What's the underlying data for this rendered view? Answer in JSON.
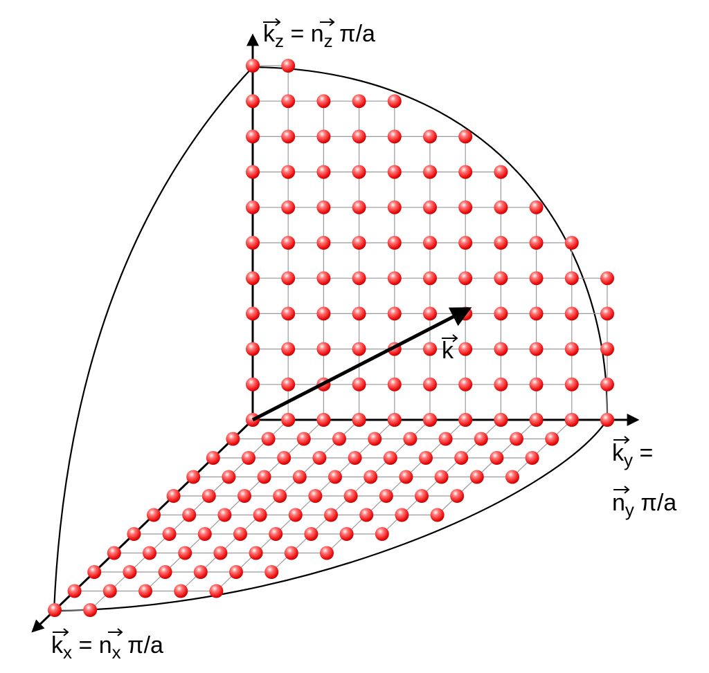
{
  "diagram": {
    "labels": {
      "kz": {
        "vec": "k",
        "sub": "z",
        "mid": " = ",
        "vec2": "n",
        "sub2": "z",
        "tail": " π/a"
      },
      "ky_line1": {
        "vec": "k",
        "sub": "y",
        "tail": " ="
      },
      "ky_line2": {
        "vec": "n",
        "sub": "y",
        "tail": " π/a"
      },
      "kx": {
        "vec": "k",
        "sub": "x",
        "mid": " = ",
        "vec2": "n",
        "sub2": "x",
        "tail": " π/a"
      },
      "k": {
        "vec": "k"
      }
    },
    "colors": {
      "sphere": "#ff2a2a",
      "sphere_highlight": "#ffffff",
      "grid": "#999999",
      "axis": "#000000"
    }
  }
}
